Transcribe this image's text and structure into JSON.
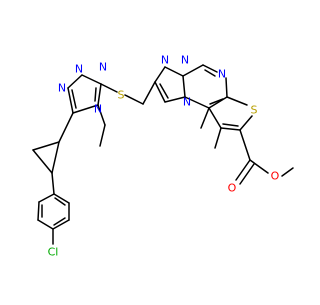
{
  "molecule": {
    "atom_labels": {
      "cl": "Cl",
      "n_tri1a": "N",
      "n_tri1b": "N",
      "n_tri1c": "N",
      "ethyl_n": "N",
      "s_link": "S",
      "n_tri2a": "N",
      "n_tri2b": "N",
      "n_tri2c": "N",
      "n_pyr": "N",
      "s_thio": "S",
      "o_carbonyl": "O",
      "o_ester": "O"
    },
    "colors": {
      "bond": "#000000",
      "nitrogen": "#0000ff",
      "sulfur": "#b8a000",
      "oxygen": "#ff0000",
      "chlorine": "#00aa00"
    }
  }
}
